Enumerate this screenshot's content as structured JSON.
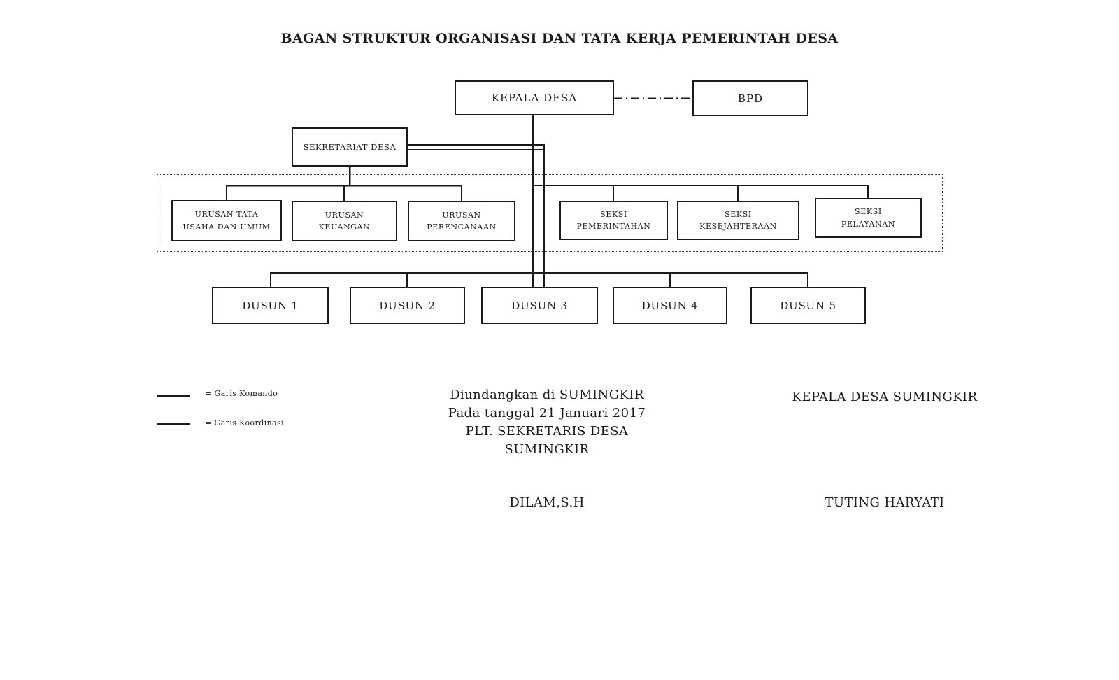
{
  "title": "BAGAN STRUKTUR ORGANISASI DAN TATA KERJA PEMERINTAH DESA",
  "colors": {
    "line": "#1a1a1a",
    "text": "#1a1a1a",
    "background": "#ffffff"
  },
  "chart": {
    "kepala_desa": "KEPALA DESA",
    "bpd": "BPD",
    "sekretariat": "SEKRETARIAT DESA",
    "urusan": [
      {
        "line1": "URUSAN TATA",
        "line2": "USAHA DAN UMUM"
      },
      {
        "line1": "URUSAN",
        "line2": "KEUANGAN"
      },
      {
        "line1": "URUSAN",
        "line2": "PERENCANAAN"
      }
    ],
    "seksi": [
      {
        "line1": "SEKSI",
        "line2": "PEMERINTAHAN"
      },
      {
        "line1": "SEKSI",
        "line2": "KESEJAHTERAAN"
      },
      {
        "line1": "SEKSI",
        "line2": "PELAYANAN"
      }
    ],
    "dusun": [
      "DUSUN 1",
      "DUSUN 2",
      "DUSUN 3",
      "DUSUN 4",
      "DUSUN 5"
    ]
  },
  "legend": {
    "komando": "=  Garis Komando",
    "koordinasi": "=  Garis Koordinasi"
  },
  "footer": {
    "left_lines": [
      "Diundangkan di SUMINGKIR",
      "Pada tanggal 21 Januari 2017",
      "PLT. SEKRETARIS DESA",
      "SUMINGKIR"
    ],
    "left_signature": "DILAM,S.H",
    "right_title": "KEPALA DESA SUMINGKIR",
    "right_signature": "TUTING HARYATI"
  }
}
